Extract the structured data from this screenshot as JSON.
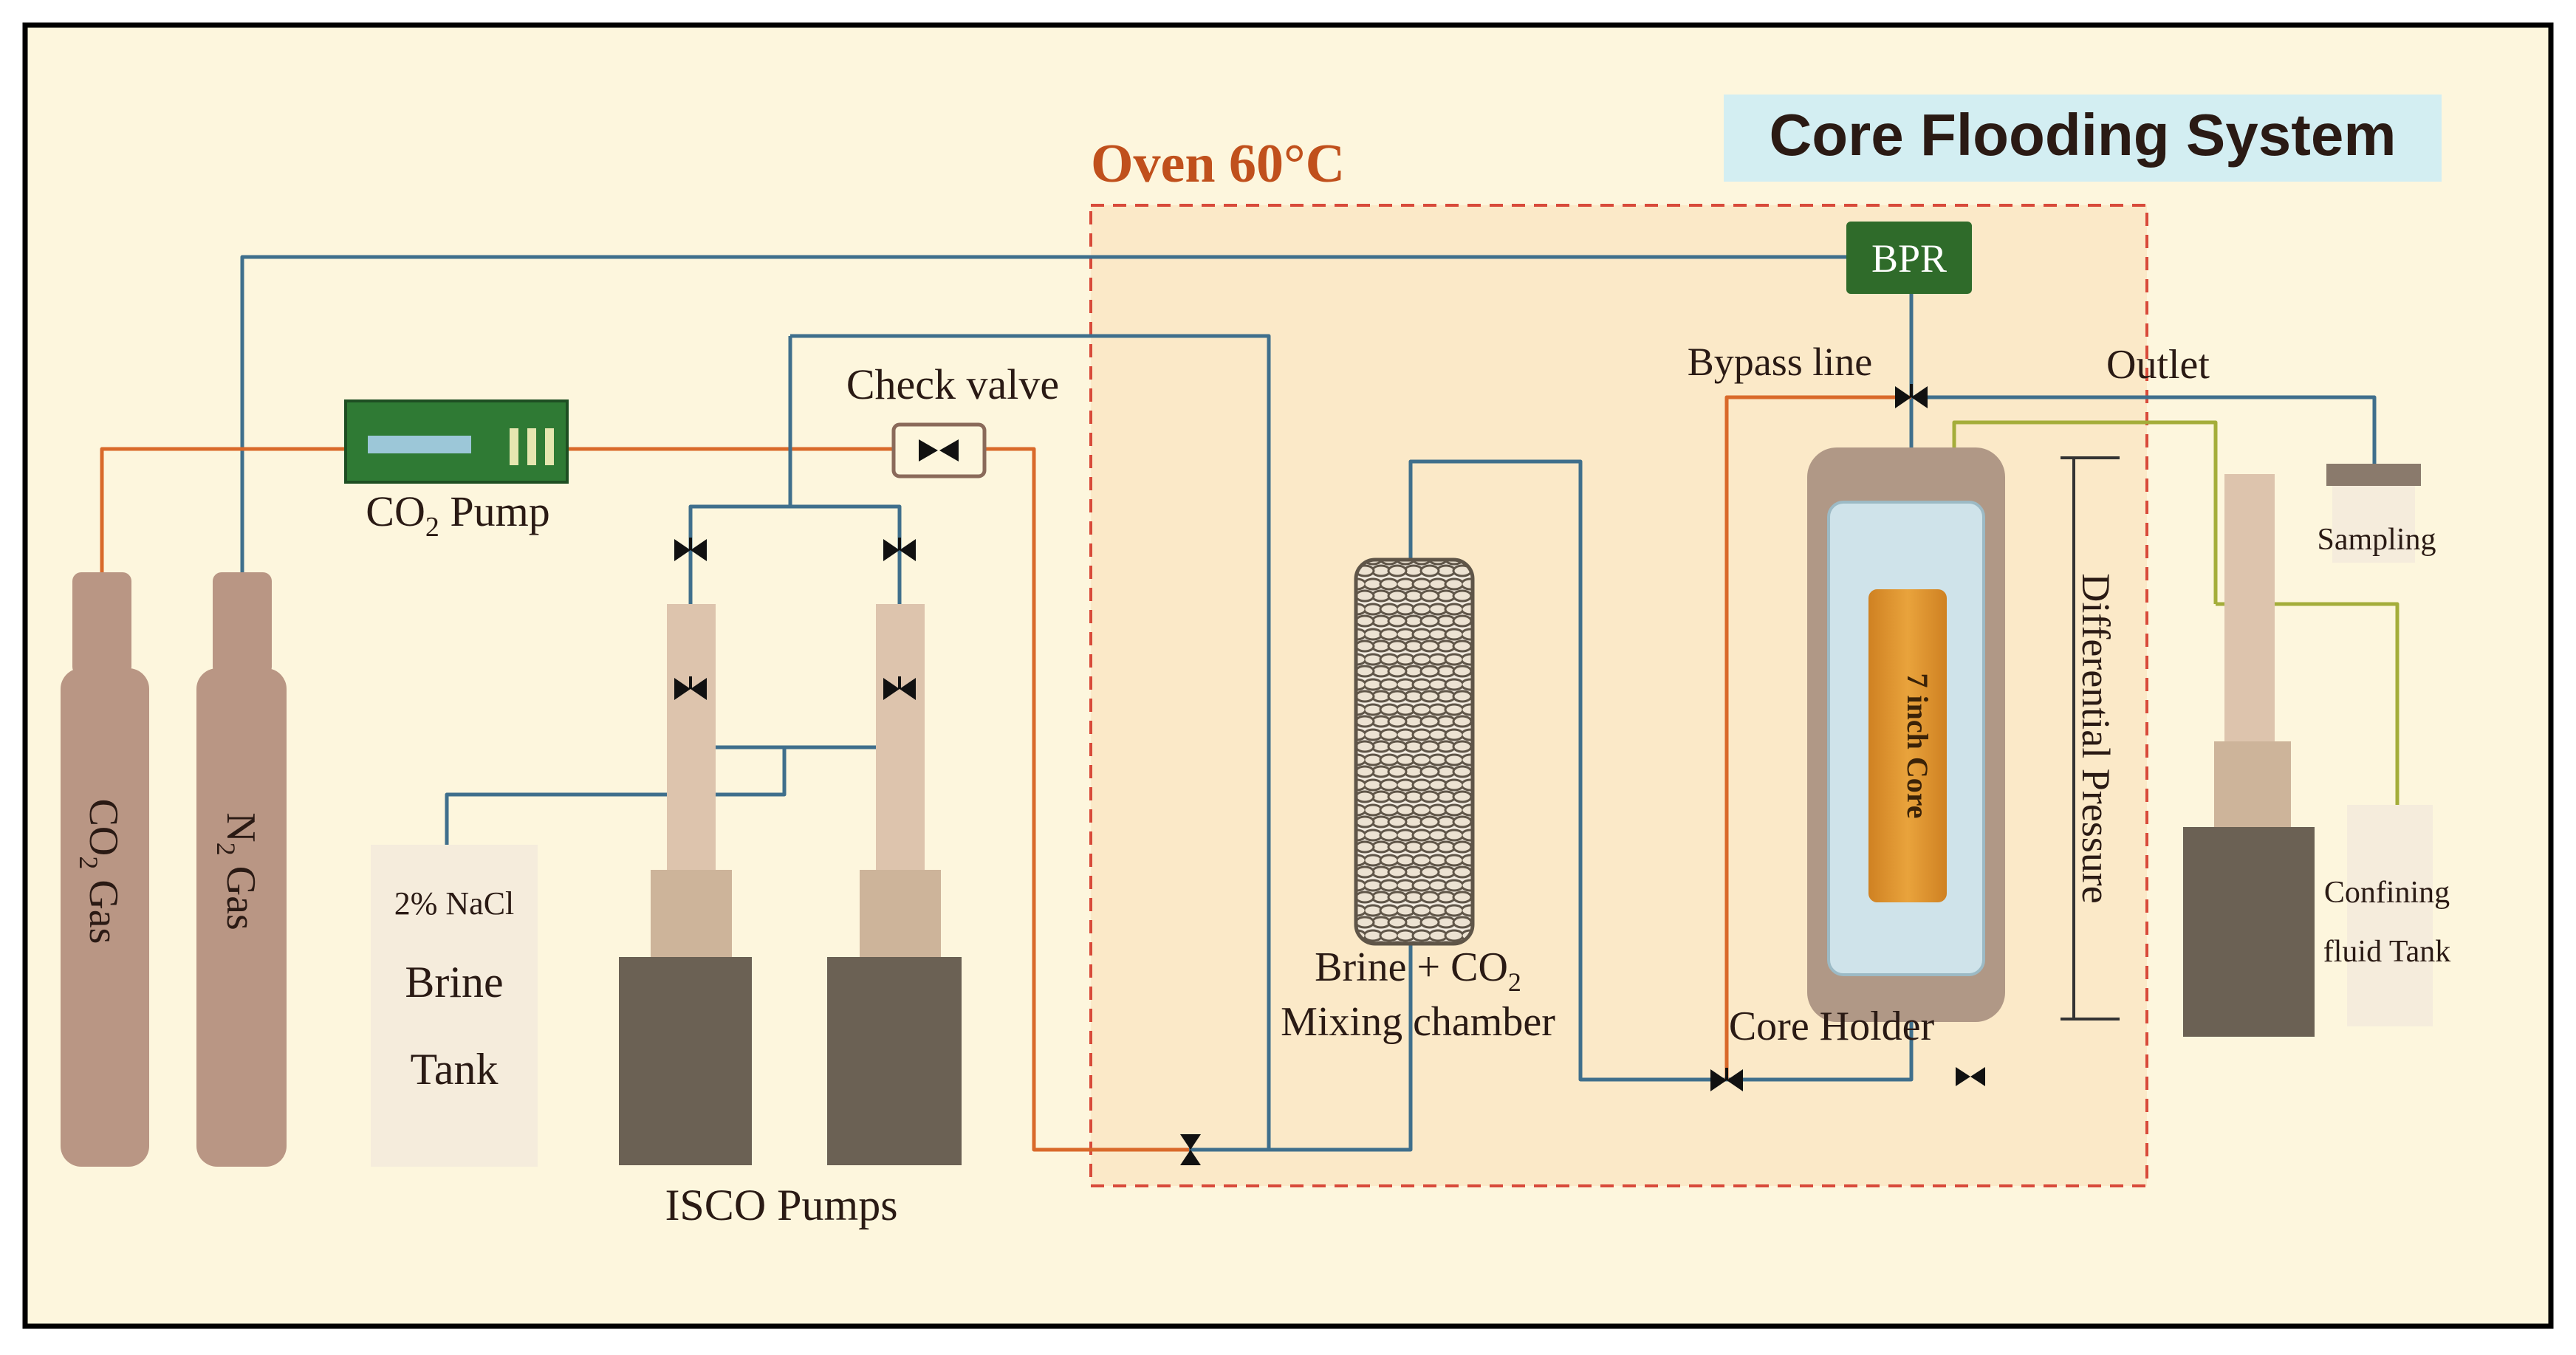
{
  "title": "Core Flooding System",
  "oven": {
    "label": "Oven 60°C"
  },
  "bpr": {
    "label": "BPR"
  },
  "labels": {
    "bypass_line": "Bypass line",
    "outlet": "Outlet",
    "check_valve": "Check valve",
    "co2_pump_main": "CO",
    "co2_pump_sub": "2",
    "co2_pump_tail": " Pump",
    "sampling": "Sampling",
    "differential_pressure": "Differential Pressure",
    "core": "7 inch Core",
    "core_holder": "Core Holder",
    "mixing_line1_main": "Brine + CO",
    "mixing_line1_sub": "2",
    "mixing_line2": "Mixing chamber",
    "confining_line1": "Confining",
    "confining_line2": "fluid Tank",
    "brine_line1": "2% NaCl",
    "brine_line2": "Brine",
    "brine_line3": "Tank",
    "isco_pumps": "ISCO Pumps",
    "co2_gas_main": "CO",
    "co2_gas_sub": "2",
    "co2_gas_tail": " Gas",
    "n2_gas_main": "N",
    "n2_gas_sub": "2",
    "n2_gas_tail": " Gas"
  },
  "colors": {
    "background": "#fdf6dd",
    "oven_fill": "#fbe9c8",
    "oven_border": "#d84a3a",
    "oven_label": "#c0501c",
    "title_banner": "#d3eef2",
    "bpr": "#2f6b2a",
    "pipe_blue": "#3f6f8c",
    "pipe_orange": "#d9692a",
    "pipe_olive": "#a4ad3a",
    "cylinder": "#b99684",
    "isco_base": "#6b6154",
    "isco_mid": "#cdb49a",
    "isco_top": "#ddc4ad",
    "core": "#e0962e",
    "holder": "#b09886",
    "holder_inner": "#cfe3ea"
  }
}
